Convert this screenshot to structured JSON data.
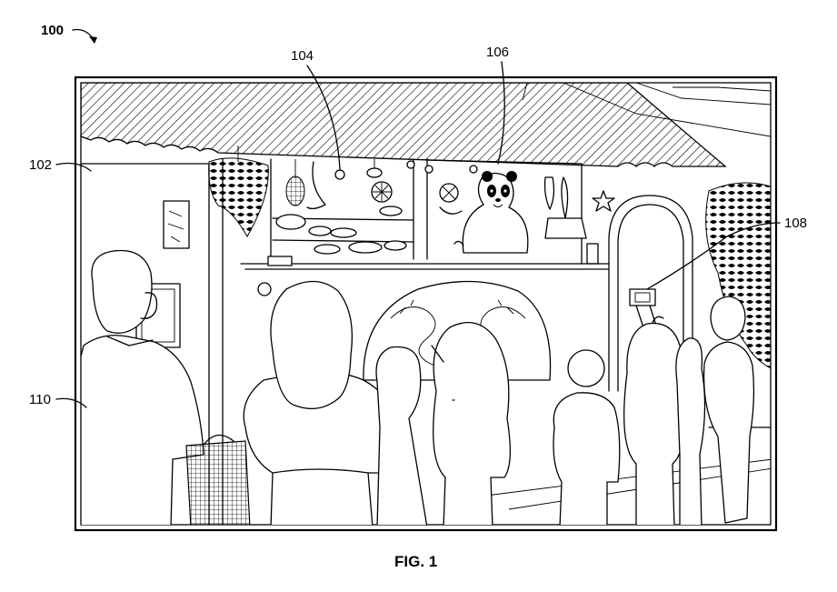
{
  "figure": {
    "number_label": "100",
    "caption": "FIG. 1",
    "reference_labels": {
      "r102": "102",
      "r104": "104",
      "r106": "106",
      "r108": "108",
      "r110": "110"
    }
  }
}
